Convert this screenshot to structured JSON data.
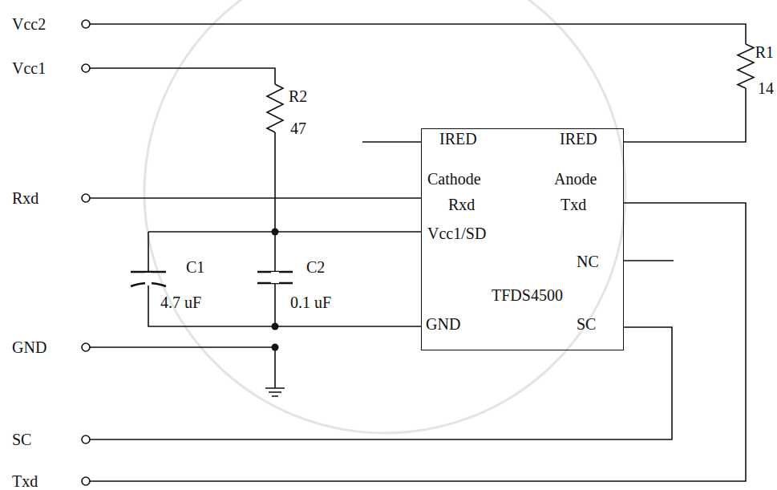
{
  "diagram": {
    "nodes": [
      {
        "text": [
          "IRED",
          "IRED",
          "Cathode",
          "Anode",
          "Rxd",
          "Txd",
          "Vcc1/SD",
          "NC",
          "TFDS4500",
          "GND",
          "SC"
        ]
      }
    ],
    "labels": [
      "Vcc2",
      "Vcc1",
      "R2",
      "47",
      "R1",
      "14",
      "Rxd",
      "C1",
      "4.7 uF",
      "C2",
      "0.1 uF",
      "GND",
      "SC",
      "Txd"
    ]
  }
}
